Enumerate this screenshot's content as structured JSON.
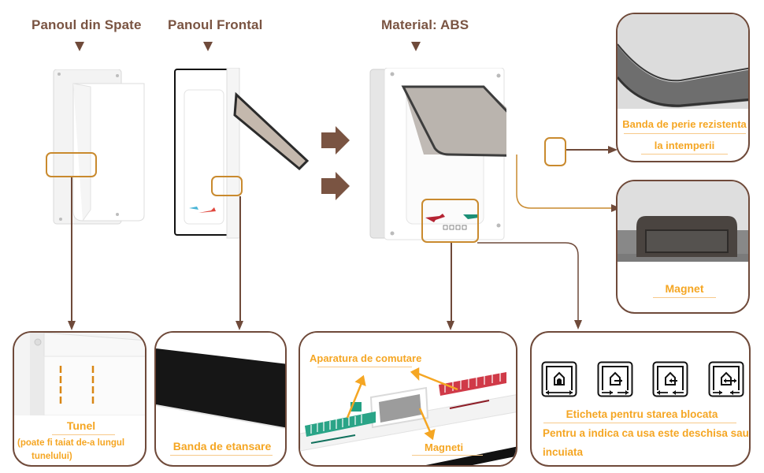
{
  "titles": {
    "back_panel": "Panoul din Spate",
    "front_panel": "Panoul Frontal",
    "material": "Material: ABS"
  },
  "callouts": {
    "weather_brush": {
      "line1": "Banda de perie rezistenta",
      "line2": "la intemperii"
    },
    "magnet": "Magnet",
    "tunnel": {
      "title": "Tunel",
      "note_line1": "(poate fi taiat de-a lungul",
      "note_line2": "tunelului)"
    },
    "seal_strip": "Banda de etansare",
    "switch": {
      "switch_label": "Aparatura de comutare",
      "magnets_label": "Magneti"
    },
    "lock_label": {
      "title": "Eticheta pentru starea blocata",
      "desc_line1": "Pentru a indica ca usa este deschisa sau",
      "desc_line2": "incuiata"
    }
  },
  "lock_icons": [
    {
      "name": "locked-icon",
      "mode": "locked"
    },
    {
      "name": "exit-only-icon",
      "mode": "out"
    },
    {
      "name": "entry-only-icon",
      "mode": "in"
    },
    {
      "name": "open-both-icon",
      "mode": "both"
    }
  ],
  "colors": {
    "brown": "#6f4a3a",
    "orange_label": "#f5a623",
    "highlight": "#c98a2e",
    "switch_red": "#c8283a",
    "switch_green": "#1e9e84"
  }
}
